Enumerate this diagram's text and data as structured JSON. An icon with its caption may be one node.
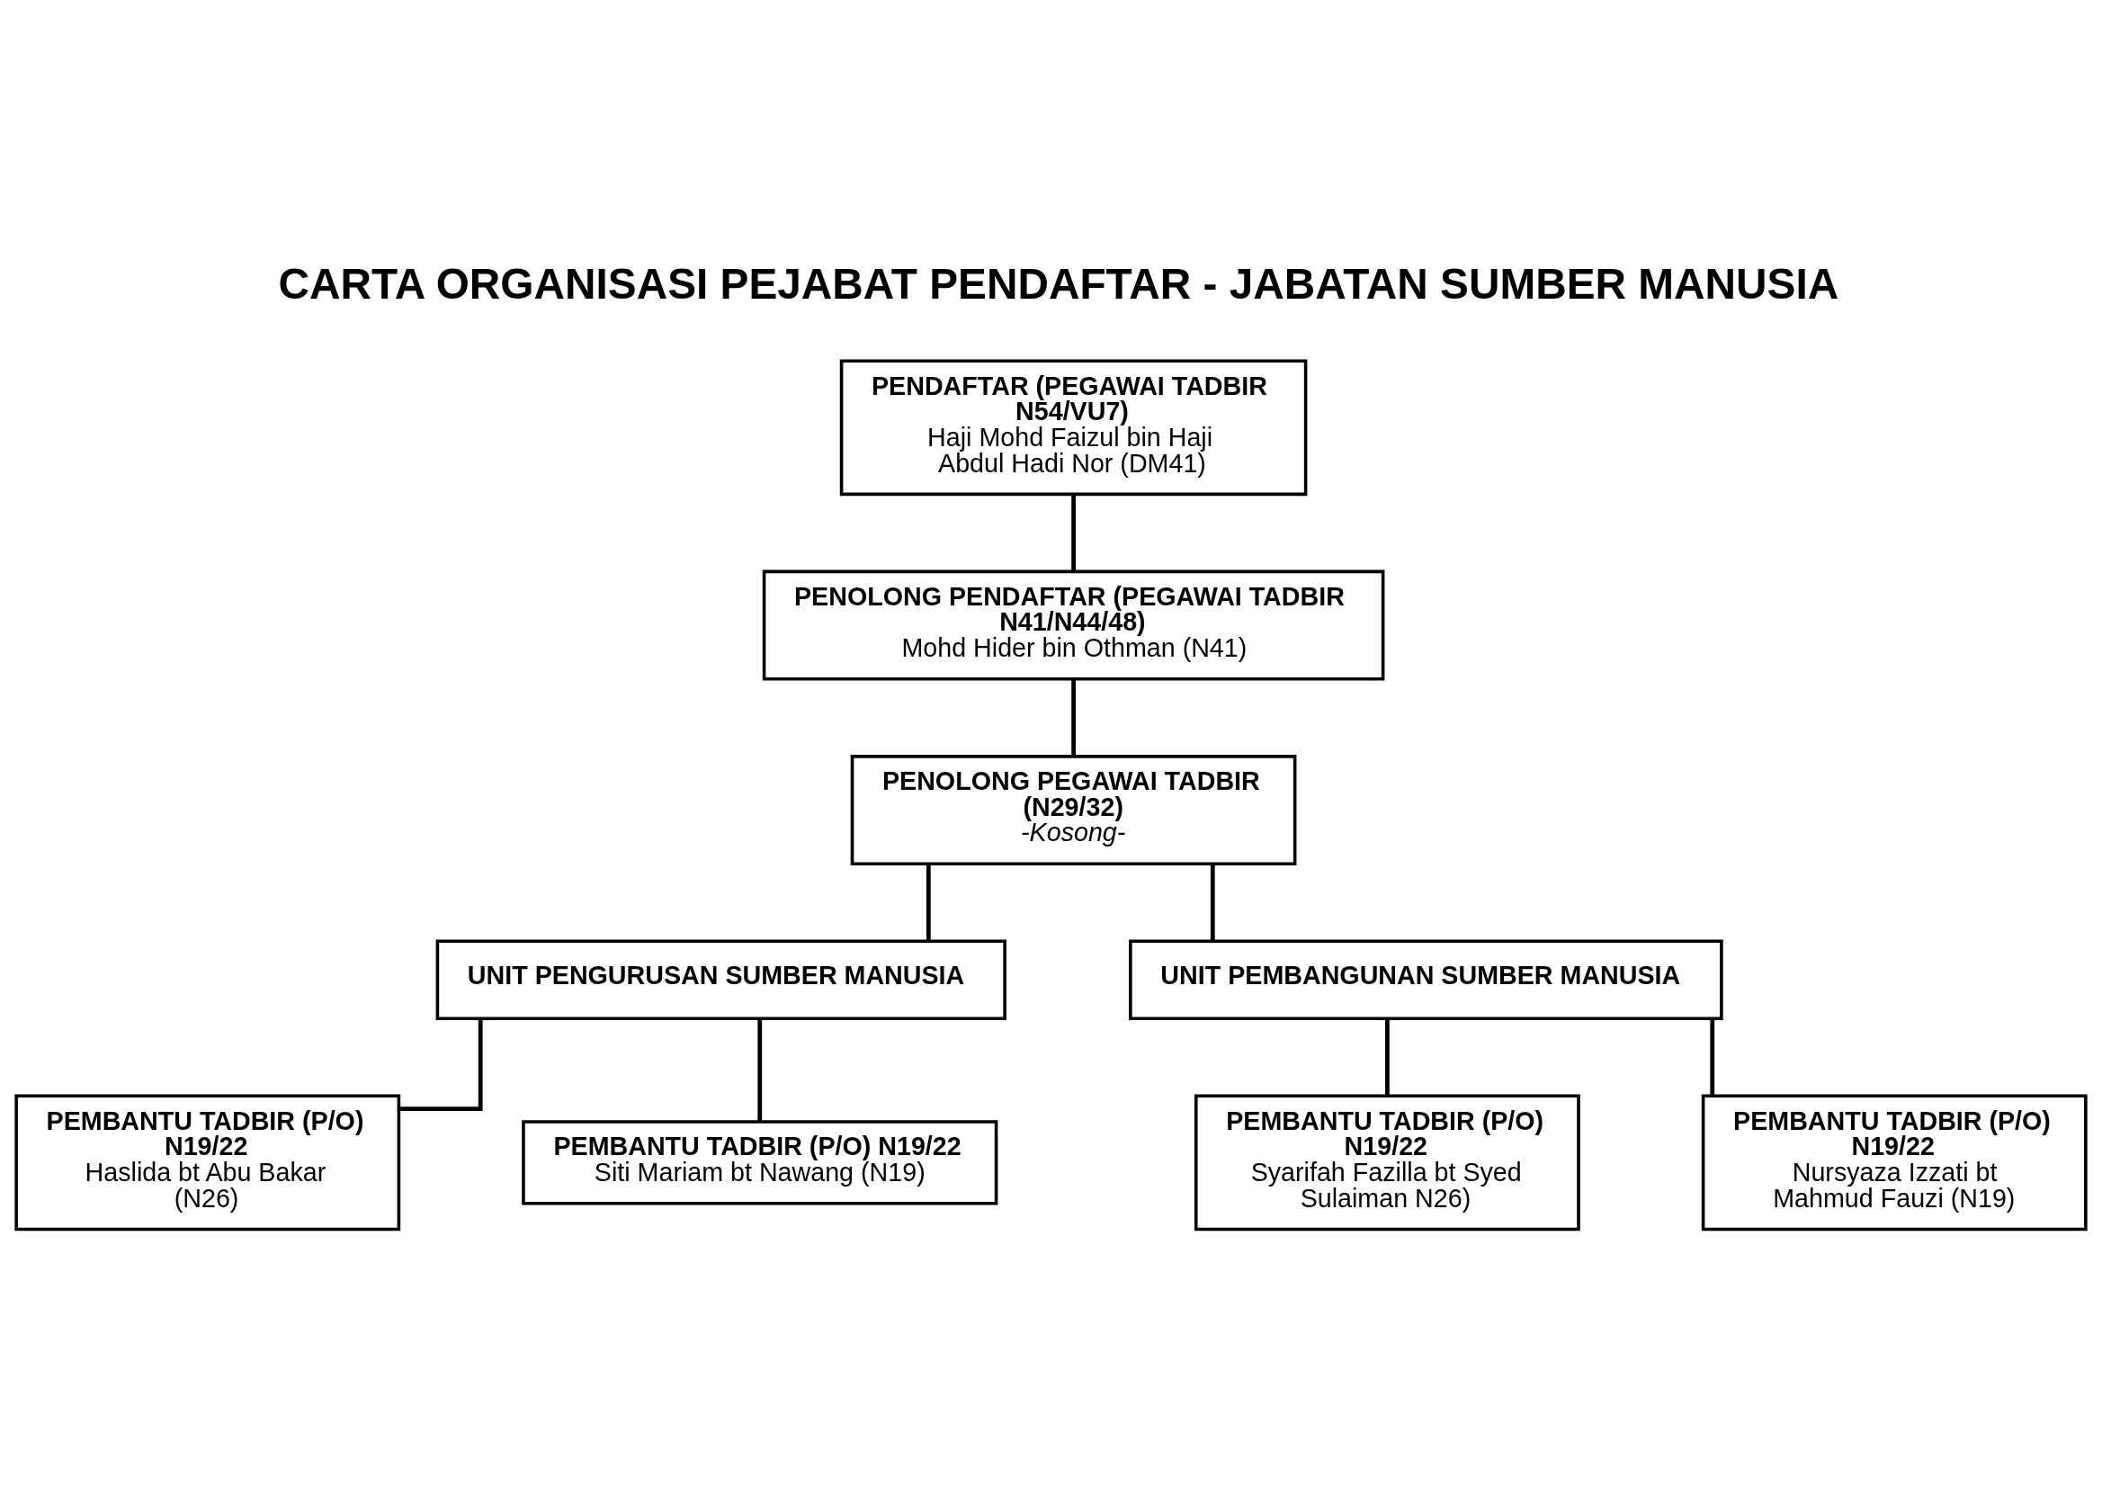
{
  "diagram": {
    "title": "CARTA ORGANISASI PEJABAT PENDAFTAR - JABATAN SUMBER MANUSIA",
    "nodes": [
      {
        "text": [
          "PENDAFTAR (PEGAWAI TADBIR N54/VU7)",
          "Haji Mohd Faizul bin Haji Abdul Hadi Nor (DM41)"
        ]
      },
      {
        "text": [
          "PENOLONG PENDAFTAR (PEGAWAI TADBIR N41/N44/48)",
          "Mohd Hider bin Othman (N41)"
        ]
      },
      {
        "text": [
          "PENOLONG PEGAWAI TADBIR (N29/32)",
          "-Kosong-"
        ]
      },
      {
        "text": [
          "UNIT PENGURUSAN SUMBER MANUSIA"
        ]
      },
      {
        "text": [
          "UNIT PEMBANGUNAN SUMBER MANUSIA"
        ]
      },
      {
        "text": [
          "PEMBANTU TADBIR (P/O) N19/22",
          "Haslida bt Abu Bakar (N26)"
        ]
      },
      {
        "text": [
          "PEMBANTU TADBIR (P/O) N19/22",
          "Siti Mariam bt Nawang (N19)"
        ]
      },
      {
        "text": [
          "PEMBANTU TADBIR (P/O) N19/22",
          "Syarifah Fazilla bt Syed Sulaiman N26)"
        ]
      },
      {
        "text": [
          "PEMBANTU TADBIR (P/O) N19/22",
          "Nursyaza Izzati bt Mahmud Fauzi (N19)"
        ]
      }
    ],
    "edges": [
      {
        "from": 0,
        "to": 1,
        "arrow": "none"
      },
      {
        "from": 1,
        "to": 2,
        "arrow": "none"
      },
      {
        "from": 2,
        "to": 3,
        "arrow": "none"
      },
      {
        "from": 2,
        "to": 4,
        "arrow": "none"
      },
      {
        "from": 3,
        "to": 5,
        "arrow": "none"
      },
      {
        "from": 3,
        "to": 6,
        "arrow": "none"
      },
      {
        "from": 4,
        "to": 7,
        "arrow": "none"
      },
      {
        "from": 4,
        "to": 8,
        "arrow": "none"
      }
    ]
  }
}
